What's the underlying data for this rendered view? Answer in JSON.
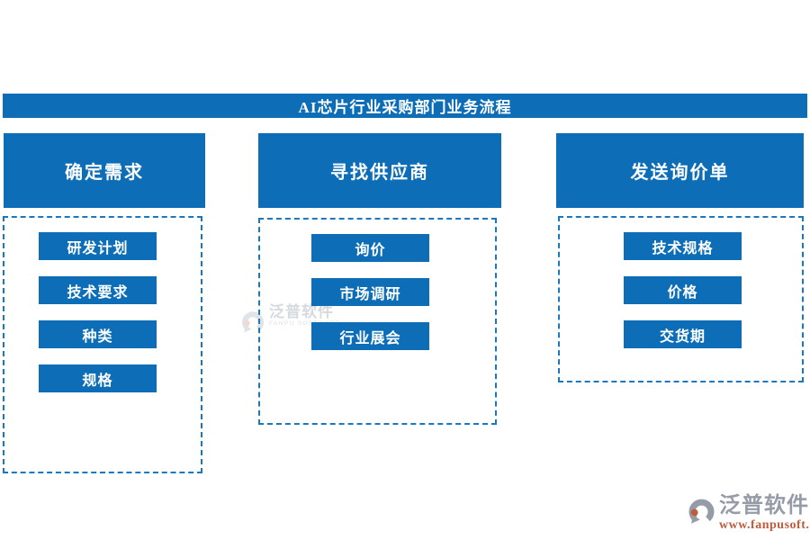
{
  "diagram": {
    "title": "AI芯片行业采购部门业务流程",
    "colors": {
      "primary_blue": "#0d6eb7",
      "dashed_border": "#1a78c0",
      "footer_brand_gray": "#959ca8",
      "footer_url_red": "#bf5b3d"
    }
  },
  "columns": [
    {
      "header": "确定需求",
      "items": [
        "研发计划",
        "技术要求",
        "种类",
        "规格"
      ]
    },
    {
      "header": "寻找供应商",
      "items": [
        "询价",
        "市场调研",
        "行业展会"
      ]
    },
    {
      "header": "发送询价单",
      "items": [
        "技术规格",
        "价格",
        "交货期"
      ]
    }
  ],
  "watermark": {
    "brand": "泛普软件",
    "brand_sub": "FANPU SOFTWARE"
  },
  "footer": {
    "brand": "泛普软件",
    "url": "www.fanpusoft.com"
  }
}
